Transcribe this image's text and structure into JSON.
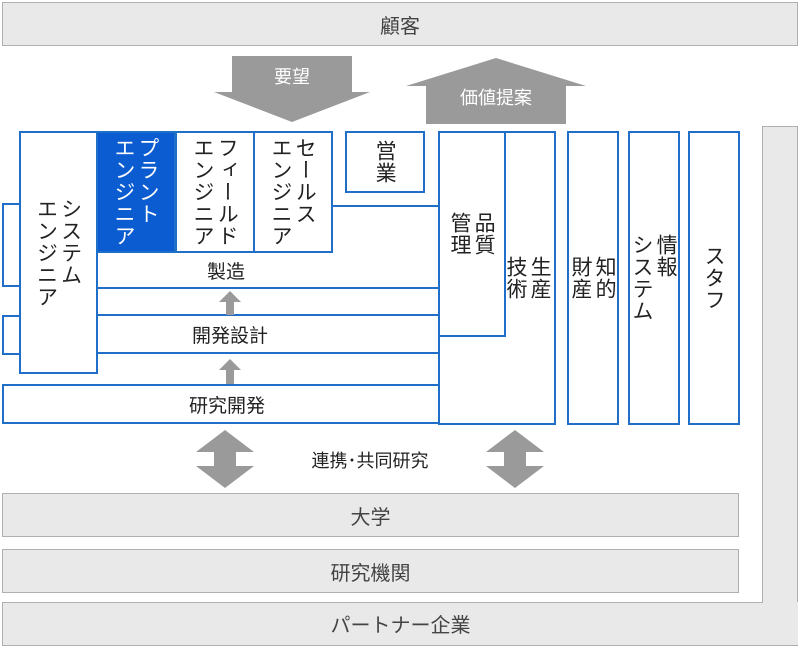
{
  "header": {
    "customer": "顧客"
  },
  "arrows": {
    "request": "要望",
    "proposal": "価値提案"
  },
  "departments": {
    "system_engineering": "システム\nエンジニア",
    "plant_engineering": "プラント\nエンジニア",
    "field_engineering": "フィールド\nエンジニア",
    "sales_engineering": "セールス\nエンジニア",
    "sales": "営業",
    "quality_control": "品質\n管理",
    "production_technology": "生産\n技術",
    "intellectual_property": "知的\n財産",
    "information_systems": "情報\nシステム",
    "staff": "スタフ",
    "manufacturing": "製造",
    "development_design": "開発設計",
    "research_development": "研究開発"
  },
  "collaboration": {
    "label": "連携･共同研究"
  },
  "partners": {
    "university": "大学",
    "research_institute": "研究機関",
    "partner_company": "パートナー企業"
  },
  "colors": {
    "accent_blue": "#1f6fc8",
    "plant_fill": "#0b5cd0",
    "grey_fill": "#e9e9e9",
    "grey_border": "#b0b0b0",
    "arrow_grey": "#9a9a9a"
  },
  "icons": [
    "down-arrow-icon",
    "up-arrow-icon",
    "double-arrow-icon"
  ]
}
